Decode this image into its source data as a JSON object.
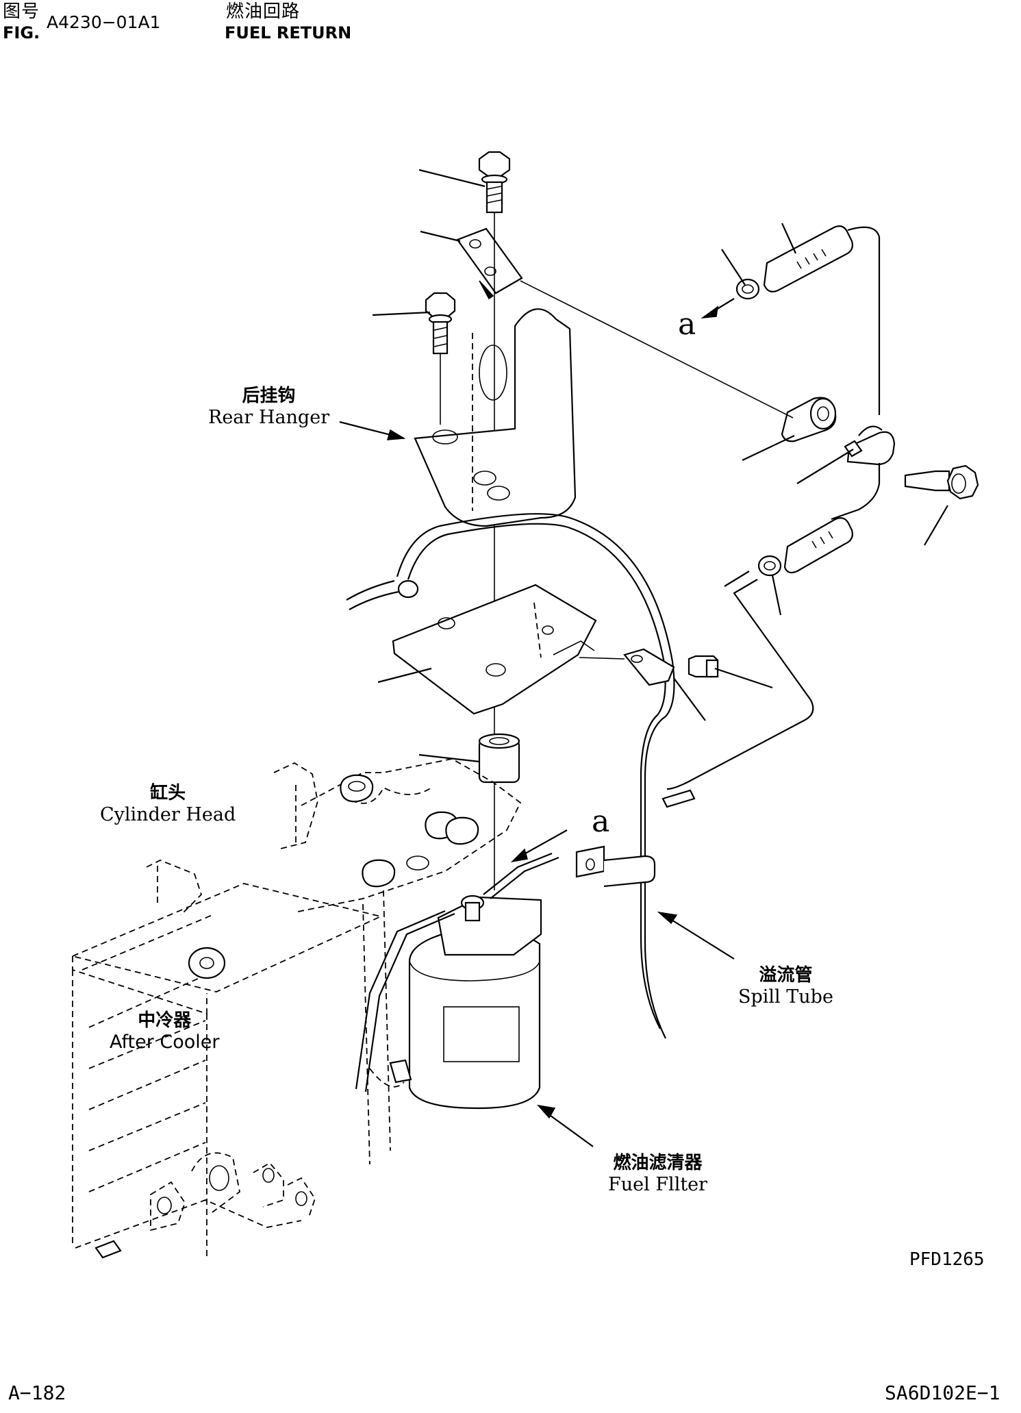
{
  "header": {
    "fig_label_cn": "图号",
    "fig_label_en": "FIG.",
    "fig_number": "A4230−01A1",
    "title_cn": "燃油回路",
    "title_en": "FUEL RETURN"
  },
  "callouts": {
    "rear_hanger": {
      "cn": "后挂钩",
      "en": "Rear Hanger"
    },
    "cylinder_head": {
      "cn": "缸头",
      "en": "Cylinder Head"
    },
    "after_cooler": {
      "cn": "中冷器",
      "en": "After Cooler"
    },
    "spill_tube": {
      "cn": "溢流管",
      "en": "Spill Tube"
    },
    "fuel_filter": {
      "cn": "燃油滤清器",
      "en": "Fuel Fllter"
    }
  },
  "ref_marks": {
    "a_upper": "a",
    "a_lower": "a"
  },
  "footer": {
    "drawing_code": "PFD1265",
    "page_number": "A−182",
    "model": "SA6D102E−1"
  }
}
